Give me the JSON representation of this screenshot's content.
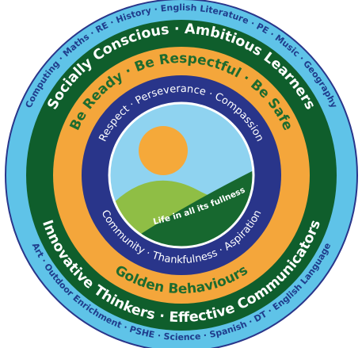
{
  "colors": {
    "outer_ring": "#5fc3e8",
    "green_ring": "#0f5e2c",
    "orange_ring": "#f4a63b",
    "navy_ring": "#29358a",
    "sky": "#8fd3f0",
    "sun": "#f5a93a",
    "hill_light": "#8fbe45",
    "hill_dark": "#17682f"
  },
  "outer_ring": {
    "top_text": "Computing · Maths · RE · History · English Literature · PE · Music · Geography",
    "bottom_text": "Art · Outdoor Enrichment · PSHE · Science · Spanish · DT · English Language"
  },
  "green_ring": {
    "top_text": "Socially Conscious · Ambitious Learners",
    "bottom_text": "Innovative Thinkers · Effective Communicators"
  },
  "orange_ring": {
    "top_text": "Be Ready · Be Respectful · Be Safe",
    "bottom_text": "Golden Behaviours"
  },
  "navy_ring": {
    "top_text": "Respect · Perseverance · Compassion",
    "bottom_text": "Community · Thankfulness · Aspiration"
  },
  "center": {
    "motto": "Life in all its fullness",
    "sun_icon": "sun-icon",
    "hills_icon": "hills-icon"
  }
}
